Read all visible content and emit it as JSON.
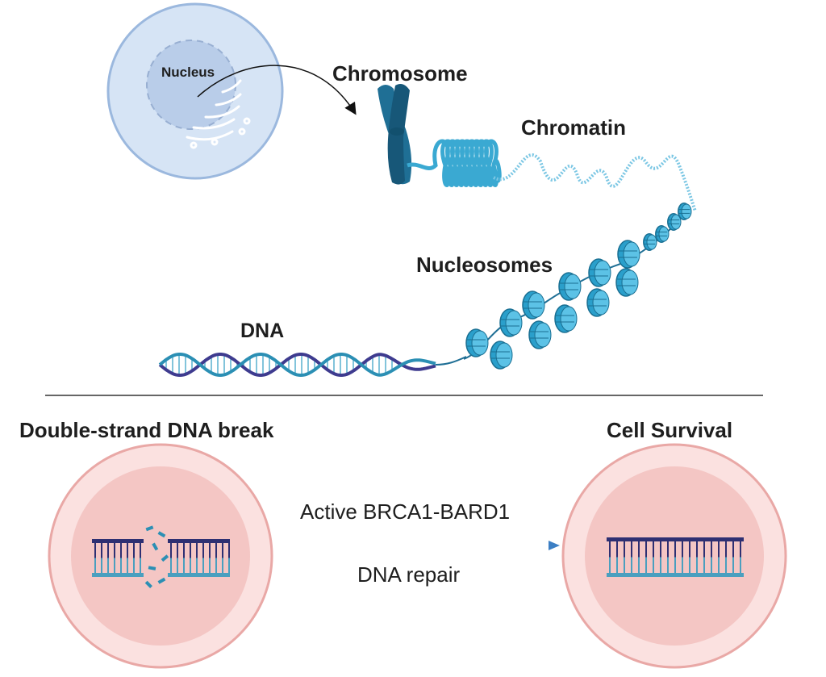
{
  "labels": {
    "nucleus": "Nucleus",
    "chromosome": "Chromosome",
    "chromatin": "Chromatin",
    "nucleosomes": "Nucleosomes",
    "dna": "DNA",
    "double_strand_break": "Double-strand DNA break",
    "cell_survival": "Cell Survival",
    "process_top": "Active BRCA1-BARD1",
    "process_bottom": "DNA repair"
  },
  "colors": {
    "cell_fill": "#d6e4f5",
    "cell_border": "#9bb8de",
    "nucleus_fill": "#b9cde9",
    "chromosome": "#1f6f95",
    "chromatin": "#3aa9d2",
    "nucleosome": "#2a9fcb",
    "dna_strand_a": "#3e3b8f",
    "dna_strand_b": "#2b8fb4",
    "pink_outer": "#fbe1e0",
    "pink_border": "#e9a8a6",
    "pink_inner": "#f4c6c4",
    "ladder_dark": "#2e2f72",
    "ladder_light": "#4a9fbf",
    "arrow": "#3c7fc4",
    "divider": "#333333"
  }
}
